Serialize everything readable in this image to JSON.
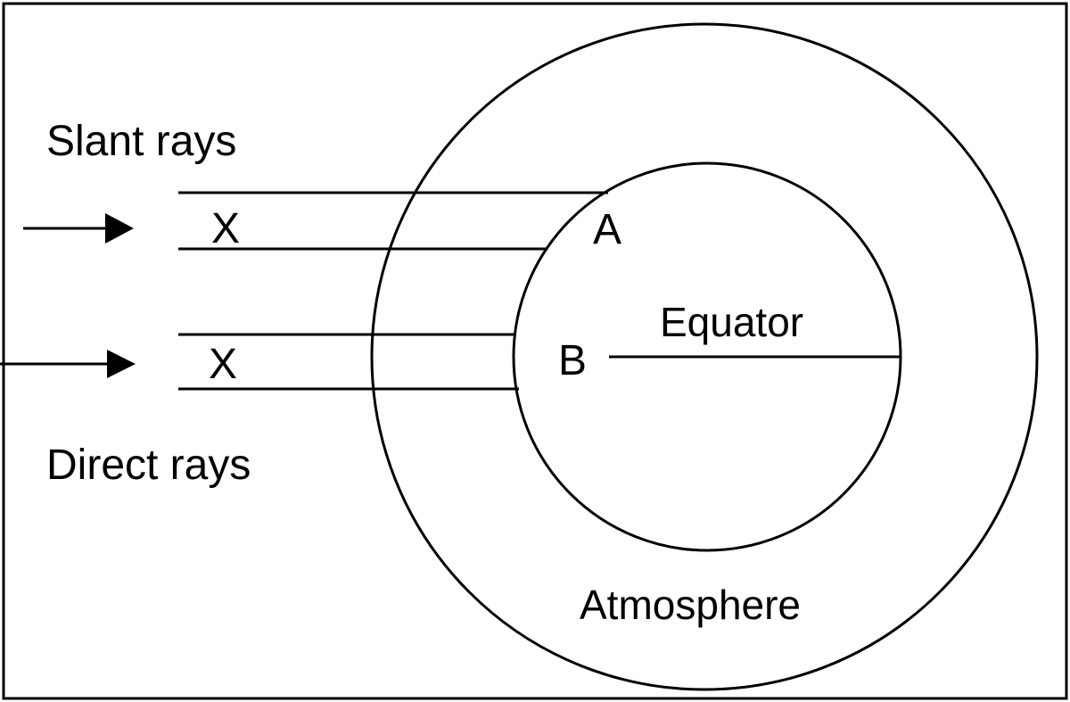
{
  "labels": {
    "slant_rays": "Slant rays",
    "direct_rays": "Direct rays",
    "x_upper": "X",
    "x_lower": "X",
    "point_a": "A",
    "point_b": "B",
    "equator": "Equator",
    "atmosphere": "Atmosphere"
  },
  "colors": {
    "ink": "#000000",
    "background": "#ffffff"
  }
}
